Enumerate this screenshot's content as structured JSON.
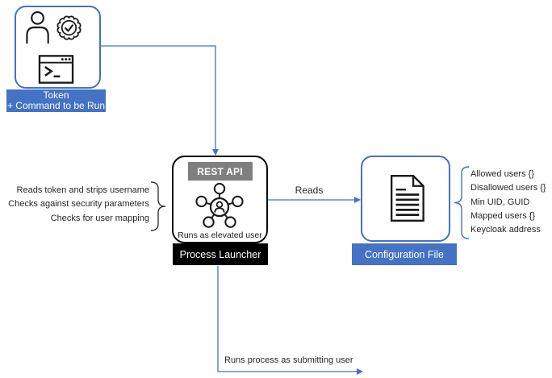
{
  "colors": {
    "accent_blue": "#4472C4",
    "banner_gray": "#7F7F7F",
    "label_black": "#000000",
    "ink": "#262626"
  },
  "token_node": {
    "icons": [
      "user-certificate-icon",
      "terminal-icon"
    ],
    "label_line1": "Token",
    "label_line2": "+ Command to be Run"
  },
  "process_launcher": {
    "api_banner": "REST API",
    "icon": "user-network-icon",
    "runtime_note": "Runs as elevated user",
    "label": "Process Launcher"
  },
  "configuration_file": {
    "icon": "document-icon",
    "label": "Configuration File"
  },
  "annotations": {
    "left": [
      "Reads token and strips username",
      "Checks against security parameters",
      "Checks for user mapping"
    ],
    "right": [
      "Allowed users {}",
      "Disallowed users {}",
      "Min UID, GUID",
      "Mapped users {}",
      "Keycloak address"
    ]
  },
  "edges": {
    "reads_label": "Reads",
    "bottom_label": "Runs process as submitting user"
  }
}
